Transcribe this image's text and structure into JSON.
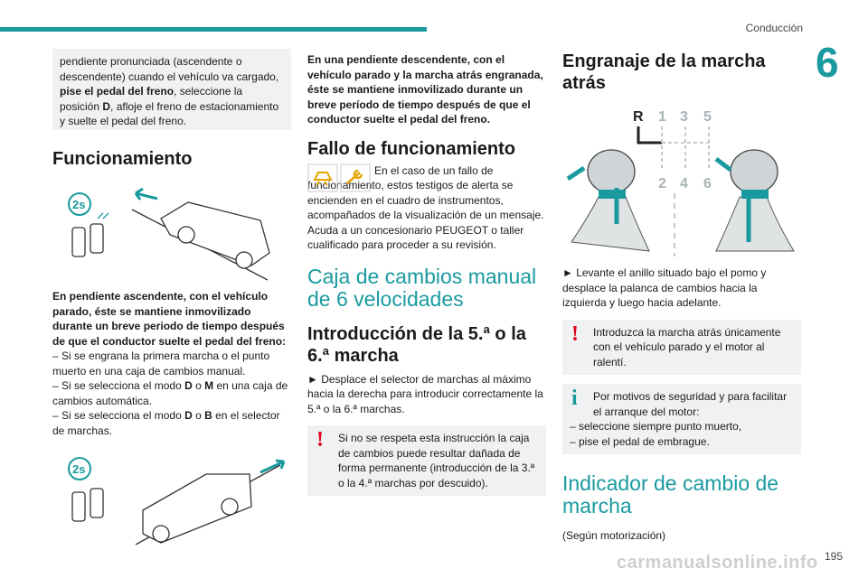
{
  "header": {
    "section": "Conducción",
    "chapter": "6"
  },
  "col1": {
    "intro_box": {
      "line1": "pendiente pronunciada (ascendente o descendente) cuando el vehículo va cargado, ",
      "bold": "pise el pedal del freno",
      "line2": ", seleccione la posición ",
      "D": "D",
      "line3": ", afloje el freno de estacionamiento y suelte el pedal del freno."
    },
    "heading": "Funcionamiento",
    "icon_2s_a": "2s",
    "uphill_bold": "En pendiente ascendente, con el vehículo parado, éste se mantiene inmovilizado durante un breve periodo de tiempo después de que el conductor suelte el pedal del freno:",
    "list": [
      {
        "text": "–  Si se engrana la primera marcha o el punto muerto en una caja de cambios manual."
      },
      {
        "pre": "–  Si se selecciona el modo ",
        "b1": "D",
        "mid": " o ",
        "b2": "M",
        "post": " en una caja de cambios automática."
      },
      {
        "pre": "–  Si se selecciona el modo ",
        "b1": "D",
        "mid": " o ",
        "b2": "B",
        "post": " en el selector de marchas."
      }
    ],
    "icon_2s_b": "2s"
  },
  "col2": {
    "downhill_bold": "En una pendiente descendente, con el vehículo parado y la marcha atrás engranada, éste se mantiene inmovilizado durante un breve período de tiempo después de que el conductor suelte el pedal del freno.",
    "heading_fault": "Fallo de funcionamiento",
    "fault_text": "En el caso de un fallo de funcionamiento, estos testigos de alerta se encienden en el cuadro de instrumentos, acompañados de la visualización de un mensaje.",
    "fault_text2": "Acuda a un concesionario PEUGEOT o taller cualificado para proceder a su revisión.",
    "chapter_heading": "Caja de cambios manual de 6 velocidades",
    "sub_heading": "Introducción de la 5.ª o la 6.ª marcha",
    "sub_text": "►  Desplace el selector de marchas al máximo hacia la derecha para introducir correctamente la 5.ª o la 6.ª marchas.",
    "warning": "Si no se respeta esta instrucción la caja de cambios puede resultar dañada de forma permanente (introducción de la 3.ª o la 4.ª marchas por descuido)."
  },
  "col3": {
    "heading": "Engranaje de la marcha atrás",
    "gear_labels": {
      "r": "R",
      "one": "1",
      "three": "3",
      "five": "5",
      "two": "2",
      "four": "4",
      "six": "6"
    },
    "reverse_text": "►  Levante el anillo situado bajo el pomo y desplace la palanca de cambios hacia la izquierda y luego hacia adelante.",
    "warning": "Introduzca la marcha atrás únicamente con el vehículo parado y el motor al ralentí.",
    "info_intro": "Por motivos de seguridad y para facilitar el arranque del motor:",
    "info_list": [
      "–  seleccione siempre punto muerto,",
      "–  pise el pedal de embrague."
    ],
    "chapter_heading": "Indicador de cambio de marcha",
    "note": "(Según motorización)"
  },
  "footer": {
    "page": "195",
    "watermark": "carmanualsonline.info"
  },
  "colors": {
    "accent": "#1a9a9f",
    "warning": "#e2001a",
    "box": "#f0f1f2"
  }
}
